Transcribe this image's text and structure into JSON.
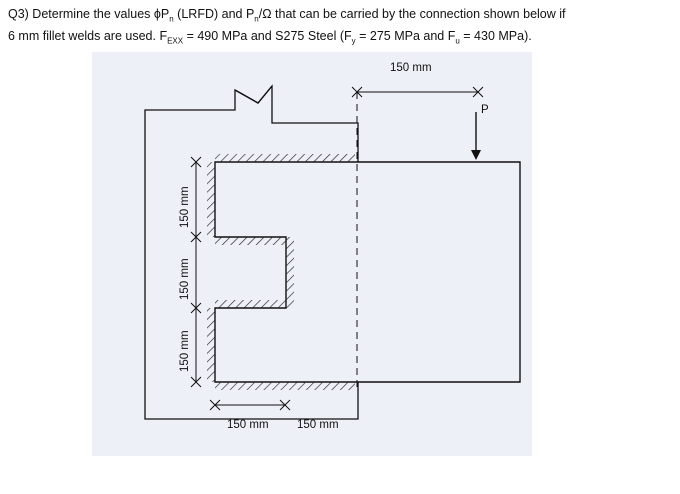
{
  "question": {
    "part1": "Q3) Determine the values ϕP",
    "sub_n1": "n",
    "part2": " (LRFD) and P",
    "sub_n2": "n",
    "part3": "/Ω that can be carried by the connection shown below if",
    "line2a": "6 mm fillet welds are used. F",
    "sub_exx": "EXX",
    "line2b": " = 490 MPa and S275 Steel (F",
    "sub_y": "y",
    "line2c": " = 275 MPa and F",
    "sub_u": "u",
    "line2d": " = 430 MPa)."
  },
  "diagram": {
    "top_dimension": "150 mm",
    "load_label": "P",
    "bottom_dimension_left": "150 mm",
    "bottom_dimension_right": "150 mm",
    "vertical_dimension_bottom": "150 mm",
    "vertical_dimension_middle": "150 mm",
    "vertical_dimension_top": "150 mm"
  }
}
